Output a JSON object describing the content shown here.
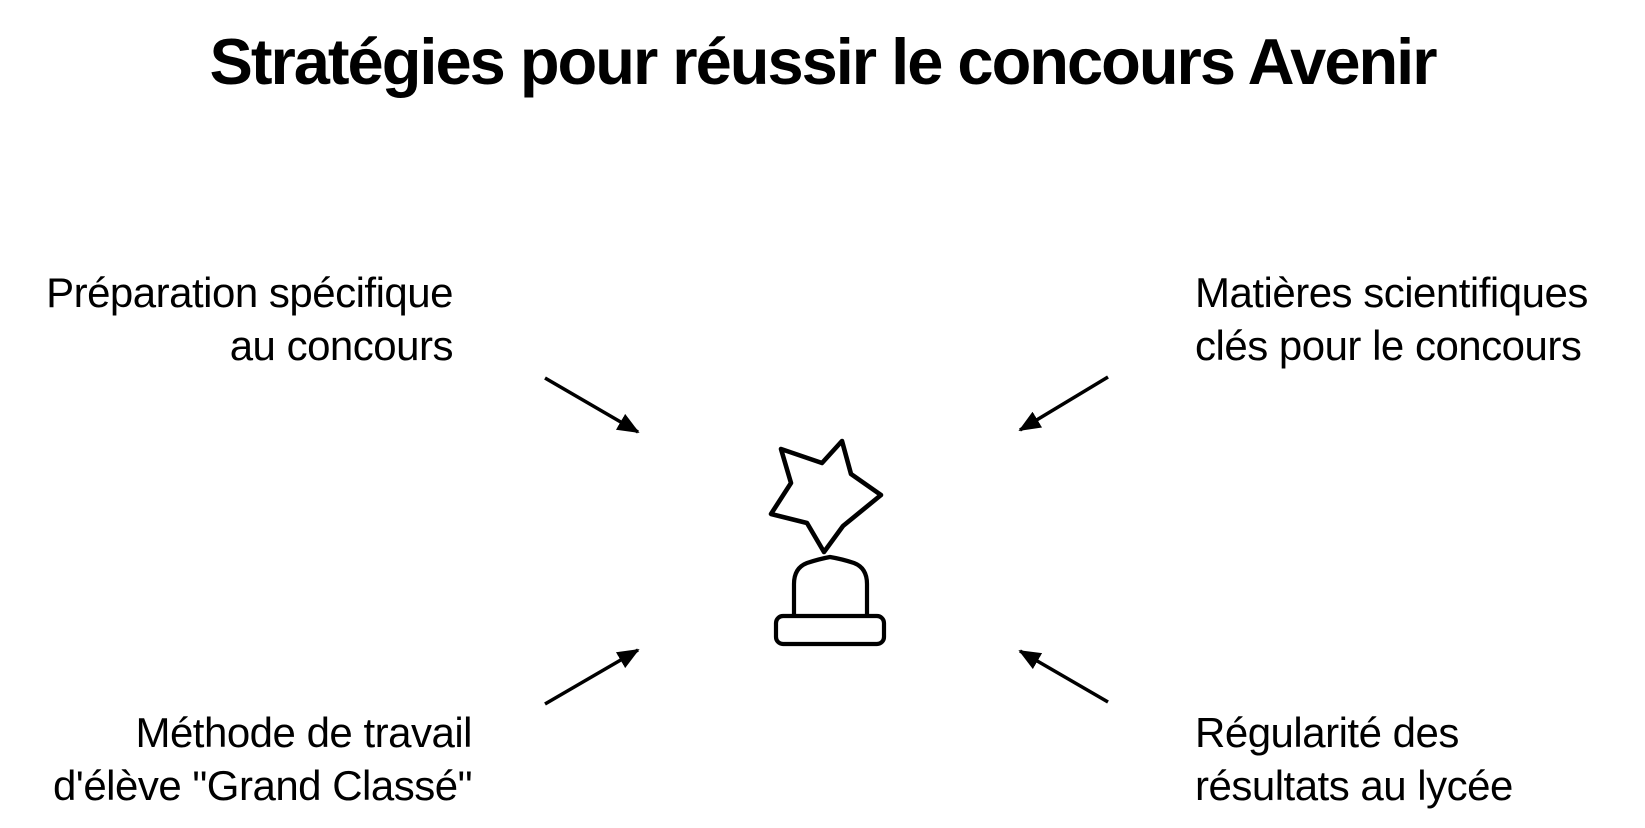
{
  "title": "Stratégies pour réussir le concours Avenir",
  "labels": {
    "top_left": {
      "line1": "Préparation spécifique",
      "line2": "au concours"
    },
    "top_right": {
      "line1": "Matières scientifiques",
      "line2": "clés pour le concours"
    },
    "bottom_left": {
      "line1": "Méthode de travail",
      "line2": "d'élève \"Grand Classé\""
    },
    "bottom_right": {
      "line1": "Régularité des",
      "line2": "résultats au lycée"
    }
  },
  "center_icon": "star-trophy-icon",
  "arrows": [
    {
      "from": "top-left-label",
      "to": "center",
      "direction": "down-right"
    },
    {
      "from": "top-right-label",
      "to": "center",
      "direction": "down-left"
    },
    {
      "from": "bottom-left-label",
      "to": "center",
      "direction": "up-right"
    },
    {
      "from": "bottom-right-label",
      "to": "center",
      "direction": "up-left"
    }
  ],
  "colors": {
    "background": "#ffffff",
    "text": "#000000",
    "line": "#000000",
    "icon_fill": "#ffffff"
  }
}
